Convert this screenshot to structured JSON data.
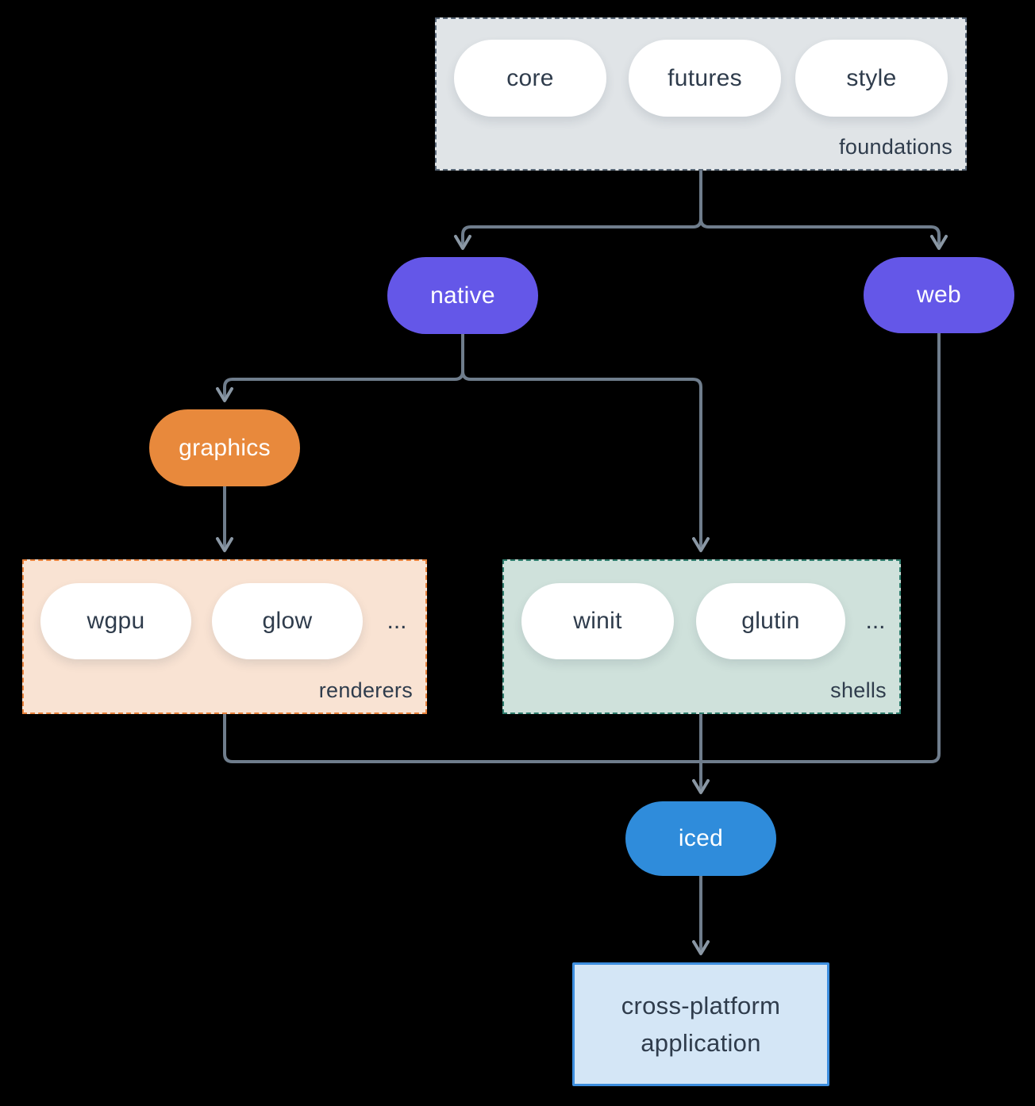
{
  "colors": {
    "background": "#000000",
    "connector": "#6f7d8c",
    "arrowhead": "#8a97a4",
    "purple": "#6457e8",
    "orange": "#e8893c",
    "blue": "#2f8cdb",
    "foundations_fill": "#e0e4e7",
    "foundations_border": "#5a6878",
    "renderers_fill": "#f9e3d3",
    "renderers_border": "#e8823c",
    "shells_fill": "#cfe1db",
    "shells_border": "#2e7c6c",
    "app_fill": "#d4e6f6",
    "app_border": "#3d8edf",
    "dark_text": "#2f3c4c"
  },
  "foundations": {
    "label": "foundations",
    "crates": [
      "core",
      "futures",
      "style"
    ]
  },
  "native": {
    "label": "native"
  },
  "web": {
    "label": "web"
  },
  "graphics": {
    "label": "graphics"
  },
  "renderers": {
    "label": "renderers",
    "crates": [
      "wgpu",
      "glow"
    ],
    "ellipsis": "..."
  },
  "shells": {
    "label": "shells",
    "crates": [
      "winit",
      "glutin"
    ],
    "ellipsis": "..."
  },
  "iced": {
    "label": "iced"
  },
  "application": {
    "line1": "cross-platform",
    "line2": "application"
  },
  "edges": [
    {
      "from": "foundations",
      "to": "native"
    },
    {
      "from": "foundations",
      "to": "web"
    },
    {
      "from": "native",
      "to": "graphics"
    },
    {
      "from": "native",
      "to": "shells"
    },
    {
      "from": "graphics",
      "to": "renderers"
    },
    {
      "from": "renderers",
      "to": "iced"
    },
    {
      "from": "shells",
      "to": "iced"
    },
    {
      "from": "web",
      "to": "iced"
    },
    {
      "from": "iced",
      "to": "application"
    }
  ]
}
